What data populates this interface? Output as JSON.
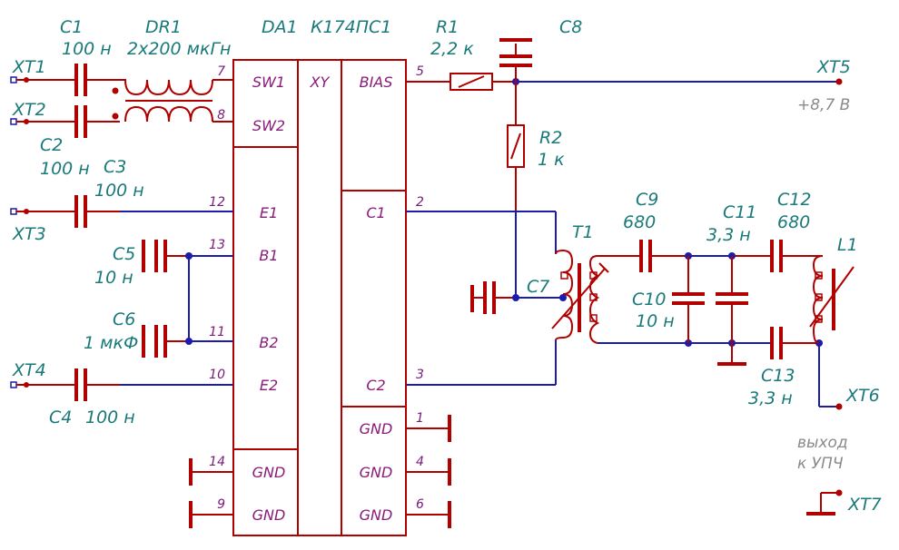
{
  "connectors": {
    "xt1": "XT1",
    "xt2": "XT2",
    "xt3": "XT3",
    "xt4": "XT4",
    "xt5": "XT5",
    "xt6": "XT6",
    "xt7": "XT7"
  },
  "components": {
    "c1": {
      "name": "C1",
      "value": "100 н"
    },
    "c2": {
      "name": "C2",
      "value": "100 н"
    },
    "c3": {
      "name": "C3",
      "value": "100 н"
    },
    "c4": {
      "name": "C4",
      "value": "100 н"
    },
    "c5": {
      "name": "C5",
      "value": "10 н"
    },
    "c6": {
      "name": "C6",
      "value": "1 мкФ"
    },
    "c7": {
      "name": "C7"
    },
    "c8": {
      "name": "C8"
    },
    "c9": {
      "name": "C9",
      "value": "680"
    },
    "c10": {
      "name": "C10",
      "value": "10 н"
    },
    "c11": {
      "name": "C11",
      "value": "3,3 н"
    },
    "c12": {
      "name": "C12",
      "value": "680"
    },
    "c13": {
      "name": "C13",
      "value": "3,3 н"
    },
    "dr1": {
      "name": "DR1",
      "value": "2x200 мкГн"
    },
    "r1": {
      "name": "R1",
      "value": "2,2 к"
    },
    "r2": {
      "name": "R2",
      "value": "1 к"
    },
    "t1": {
      "name": "T1"
    },
    "l1": {
      "name": "L1"
    }
  },
  "ic": {
    "name": "DA1",
    "part": "К174ПС1",
    "center": "XY",
    "pins_left": [
      {
        "label": "SW1",
        "num": "7"
      },
      {
        "label": "SW2",
        "num": "8"
      },
      {
        "label": "E1",
        "num": "12"
      },
      {
        "label": "B1",
        "num": "13"
      },
      {
        "label": "B2",
        "num": "11"
      },
      {
        "label": "E2",
        "num": "10"
      },
      {
        "label": "GND",
        "num": "14"
      },
      {
        "label": "GND",
        "num": "9"
      }
    ],
    "pins_right": [
      {
        "label": "BIAS",
        "num": "5"
      },
      {
        "label": "C1",
        "num": "2"
      },
      {
        "label": "C2",
        "num": "3"
      },
      {
        "label": "GND",
        "num": "1"
      },
      {
        "label": "GND",
        "num": "4"
      },
      {
        "label": "GND",
        "num": "6"
      }
    ]
  },
  "notes": {
    "supply": "+8,7 В",
    "output_line1": "выход",
    "output_line2": "к УПЧ"
  }
}
